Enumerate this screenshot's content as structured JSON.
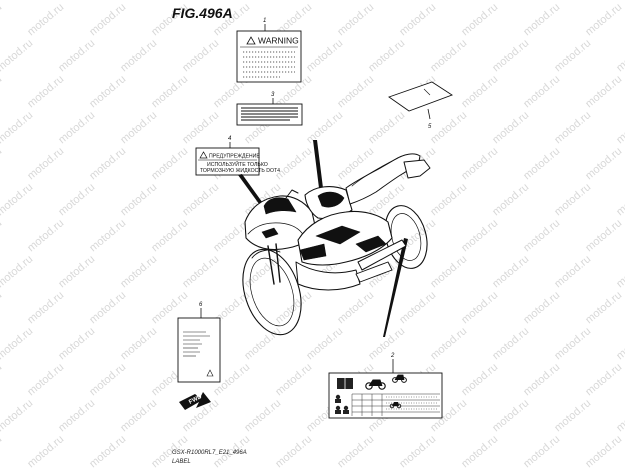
{
  "figure": {
    "title": "FIG.496A"
  },
  "callouts": [
    "1",
    "2",
    "3",
    "4",
    "5",
    "6"
  ],
  "label1": {
    "header": "WARNING"
  },
  "label4": {
    "header": "ПРЕДУПРЕЖДЕНИЕ",
    "line1": "ИСПОЛЬЗУЙТЕ ТОЛЬКО",
    "line2": "ТОРМОЗНУЮ ЖИДКОСТЬ DOT4"
  },
  "forward_mark": {
    "label": "FWD"
  },
  "footer": {
    "model_line": "GSX-R1000RL7_E21_496A",
    "section": "LABEL"
  },
  "watermark": {
    "text": "motod.ru"
  },
  "icons": {
    "label1": "warning-triangle-icon",
    "label4": "warning-triangle-icon",
    "label6": "warning-triangle-icon",
    "label2_rider": "book-icon",
    "label2_bikes": "motorcycle-icon",
    "forward": "forward-arrow-icon"
  },
  "colors": {
    "ink": "#111111",
    "watermark": "#d8d8d8"
  }
}
